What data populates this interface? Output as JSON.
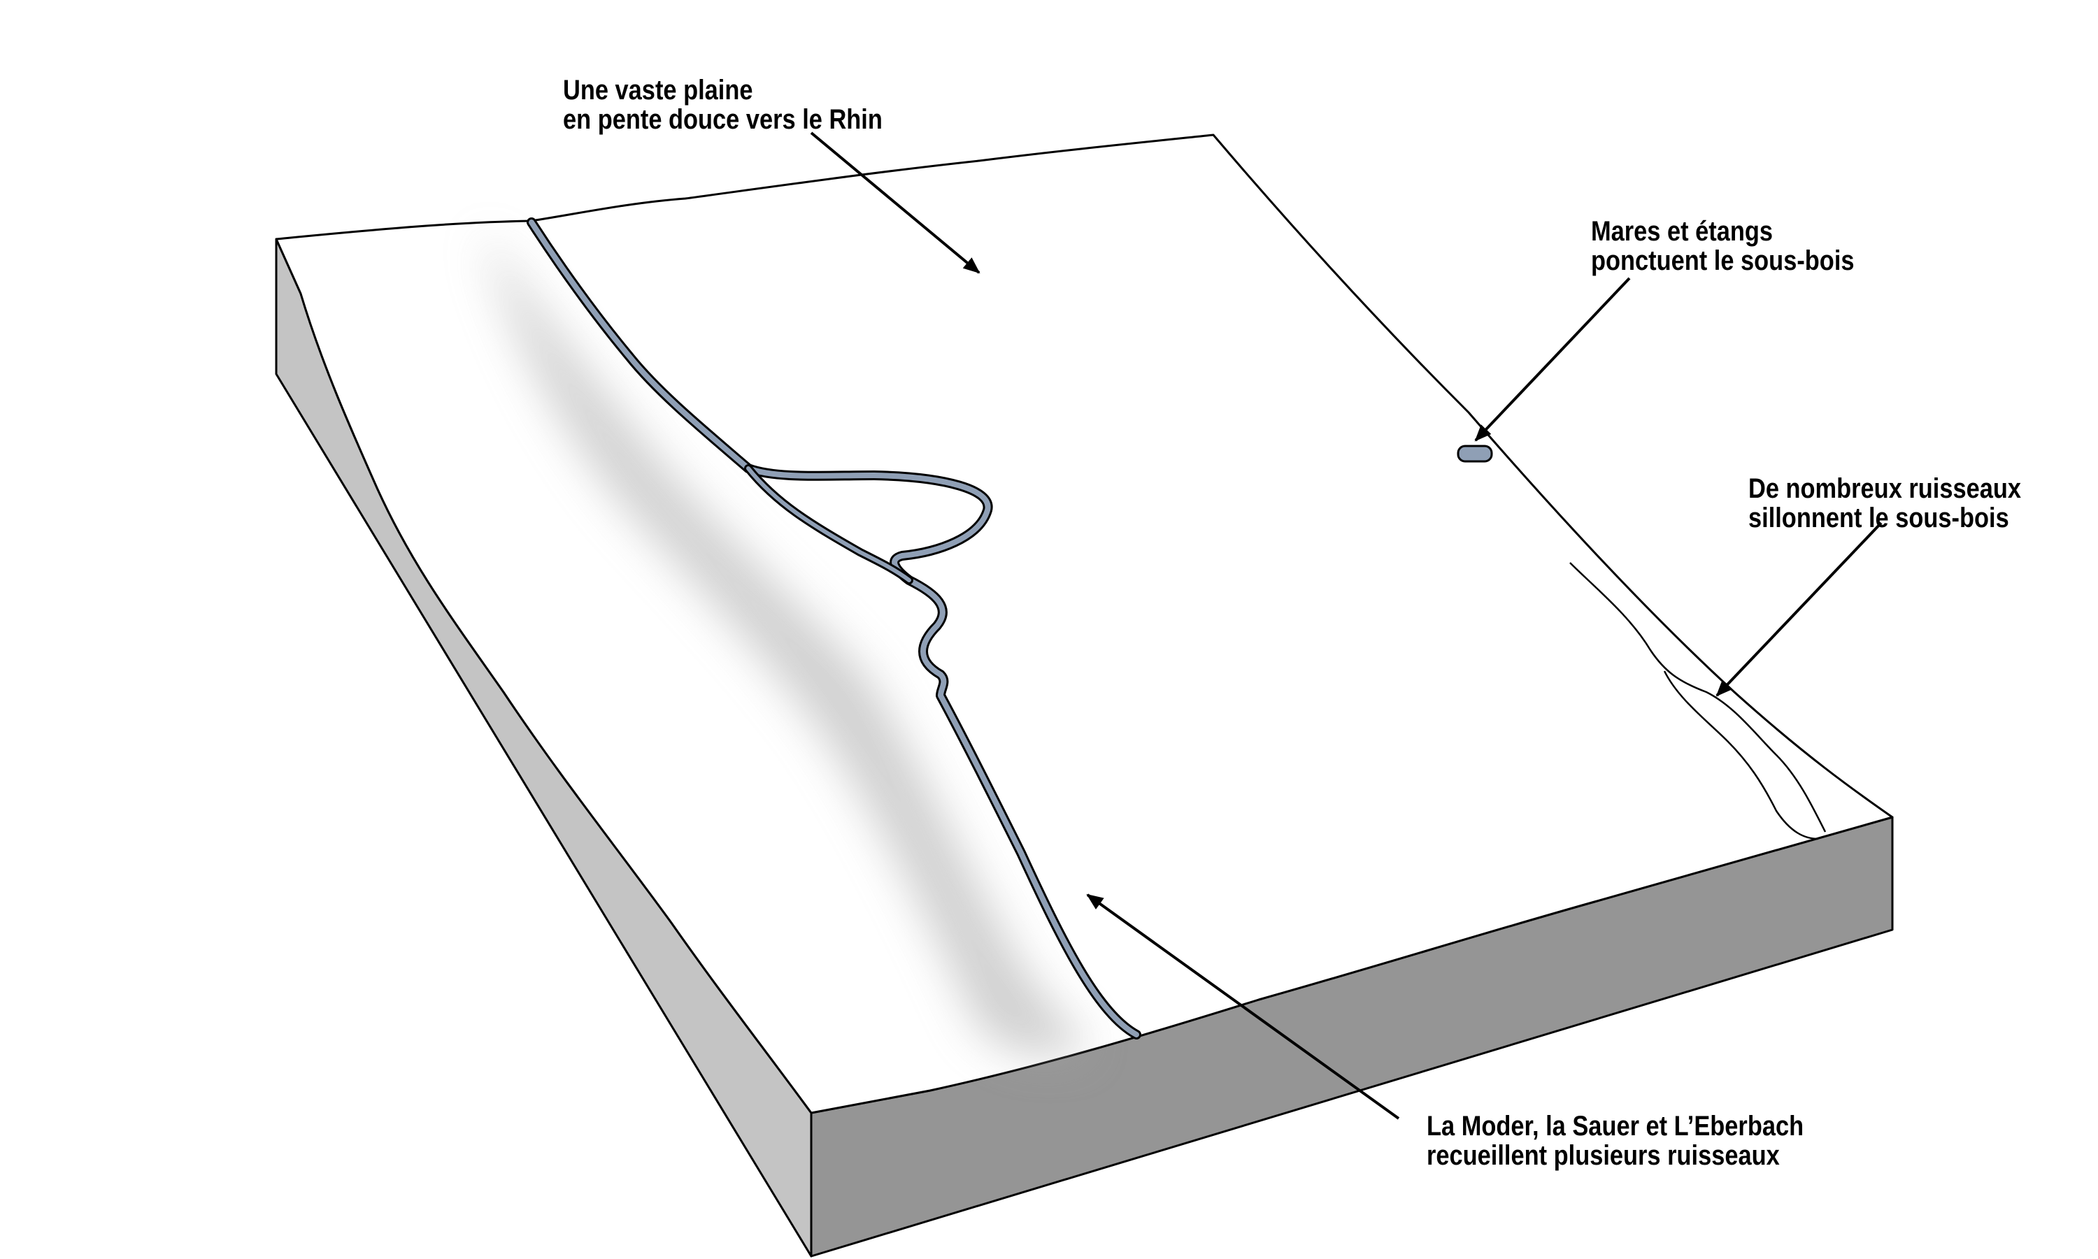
{
  "annotations": {
    "plaine": {
      "line1": "Une vaste plaine",
      "line2": "en pente douce vers le Rhin"
    },
    "mares": {
      "line1": "Mares et étangs",
      "line2": "ponctuent le sous-bois"
    },
    "ruisseaux": {
      "line1": "De nombreux ruisseaux",
      "line2": "sillonnent le sous-bois"
    },
    "rivieres": {
      "line1": "La Moder, la Sauer et L’Eberbach",
      "line2": "recueillent plusieurs ruisseaux"
    }
  },
  "colors": {
    "top_surface": "#ffffff",
    "left_side": "#c4c4c4",
    "front_side": "#959595",
    "water": "#8f9fb5",
    "outline": "#000000"
  }
}
